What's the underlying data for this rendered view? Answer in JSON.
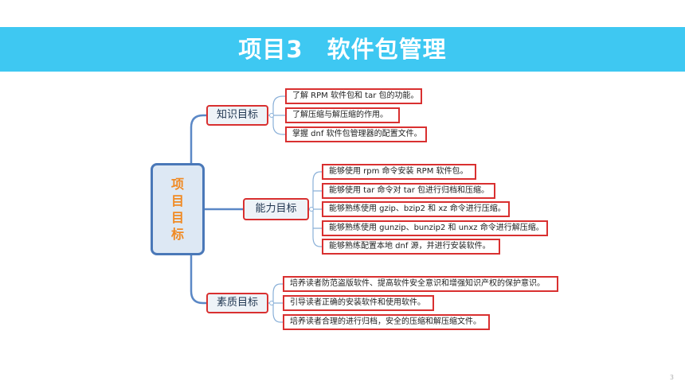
{
  "header": {
    "title": "项目3　软件包管理"
  },
  "mindmap": {
    "root": "项目目标",
    "branches": [
      {
        "label": "知识目标",
        "items": [
          "了解 RPM 软件包和 tar 包的功能。",
          "了解压缩与解压缩的作用。",
          "掌握 dnf 软件包管理器的配置文件。"
        ]
      },
      {
        "label": "能力目标",
        "items": [
          "能够使用 rpm 命令安装 RPM 软件包。",
          "能够使用 tar 命令对 tar 包进行归档和压缩。",
          "能够熟练使用 gzip、bzip2 和 xz 命令进行压缩。",
          "能够熟练使用 gunzip、bunzip2 和 unxz 命令进行解压缩。",
          "能够熟练配置本地 dnf 源，并进行安装软件。"
        ]
      },
      {
        "label": "素质目标",
        "items": [
          "培养读者防范盗版软件、提高软件安全意识和增强知识产权的保护意识。",
          "引导读者正确的安装软件和使用软件。",
          "培养读者合理的进行归档，安全的压缩和解压缩文件。"
        ]
      }
    ]
  },
  "footer": {
    "page_number": "3"
  },
  "colors": {
    "banner": "#3ec8f2",
    "connector": "#5b88c6",
    "box_border": "#d93030",
    "root_text": "#f08a24"
  }
}
